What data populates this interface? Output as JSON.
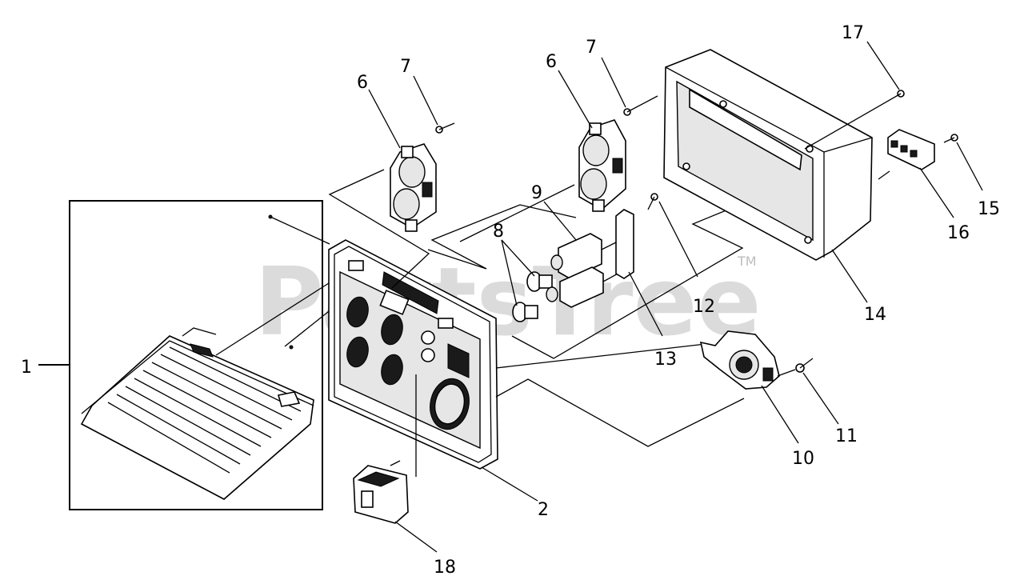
{
  "watermark": {
    "text": "PartsTree",
    "trademark": "TM"
  },
  "callouts": {
    "c1": "1",
    "c2": "2",
    "c6a": "6",
    "c7a": "7",
    "c6b": "6",
    "c7b": "7",
    "c8": "8",
    "c9": "9",
    "c10": "10",
    "c11": "11",
    "c12": "12",
    "c13": "13",
    "c14": "14",
    "c15": "15",
    "c16": "16",
    "c17": "17",
    "c18": "18"
  }
}
